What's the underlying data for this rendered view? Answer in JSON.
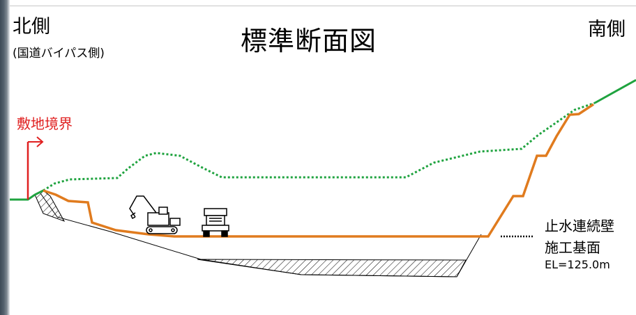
{
  "diagram": {
    "title": "標準断面図",
    "north_label": "北側",
    "north_sublabel": "(国道バイパス側)",
    "south_label": "南側",
    "boundary_label": "敷地境界",
    "construction_level": {
      "label_line1": "止水連続壁",
      "label_line2": "施工基面",
      "elevation": "EL=125.0m"
    },
    "colors": {
      "ground_line": "#1fa33f",
      "excavation_line": "#e07b1e",
      "boundary_marker": "#e02020",
      "hatch": "#000000"
    },
    "icons": [
      "excavator-icon",
      "dump-truck-icon"
    ]
  }
}
